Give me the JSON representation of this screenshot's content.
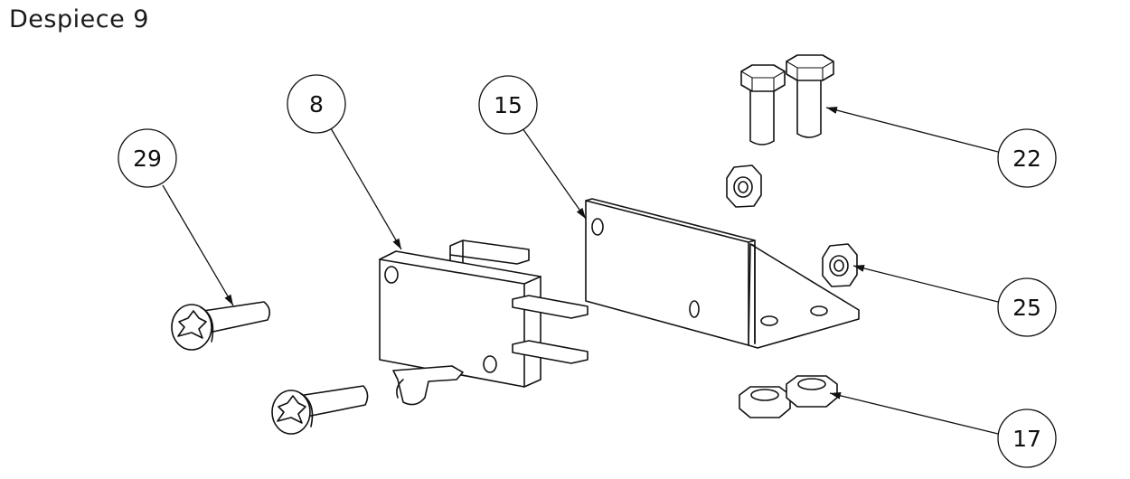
{
  "title": "Despiece 9",
  "balloons": [
    {
      "id": "b29",
      "label": "29"
    },
    {
      "id": "b8",
      "label": "8"
    },
    {
      "id": "b15",
      "label": "15"
    },
    {
      "id": "b22",
      "label": "22"
    },
    {
      "id": "b25",
      "label": "25"
    },
    {
      "id": "b17",
      "label": "17"
    }
  ]
}
